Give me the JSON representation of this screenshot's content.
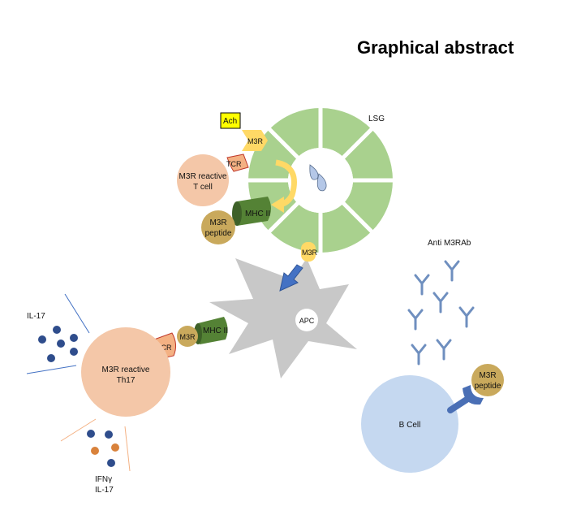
{
  "title": "Graphical abstract",
  "labels": {
    "lsg": "LSG",
    "ach": "Ach",
    "m3r_top": "M3R",
    "tcr_top": "TCR",
    "tcell_line1": "M3R reactive",
    "tcell_line2": "T cell",
    "mhc_top": "MHC II",
    "peptide_top_line1": "M3R",
    "peptide_top_line2": "peptide",
    "m3r_bottom_of_lsg": "M3R",
    "apc": "APC",
    "tcr_mid": "TCR",
    "m3r_mid": "M3R",
    "mhc_mid": "MHC II",
    "th17_line1": "M3R reactive",
    "th17_line2": "Th17",
    "il17_top": "IL-17",
    "ifng": "IFNγ",
    "il17_bottom": "IL-17",
    "anti_m3rab": "Anti M3RAb",
    "peptide_b_line1": "M3R",
    "peptide_b_line2": "peptide",
    "bcell": "B Cell"
  },
  "colors": {
    "lsg_green": "#a9d18e",
    "m3r_yellow": "#ffd966",
    "ach_yellow": "#ffff00",
    "tcr_red": "#f4b183",
    "tcr_stroke": "#c0392b",
    "tcell_peach": "#f4c7a8",
    "mhc_green": "#548235",
    "peptide_tan": "#c9a95c",
    "apc_gray": "#c8c8c8",
    "arrow_blue": "#4472c4",
    "dot_blue": "#2f4d8c",
    "dot_orange": "#d9823b",
    "antibody_blue": "#6f8fbf",
    "bcell_blue": "#c5d8f0",
    "receptor_blue": "#4a6fb5",
    "drop_blue": "#b4c7e7"
  }
}
